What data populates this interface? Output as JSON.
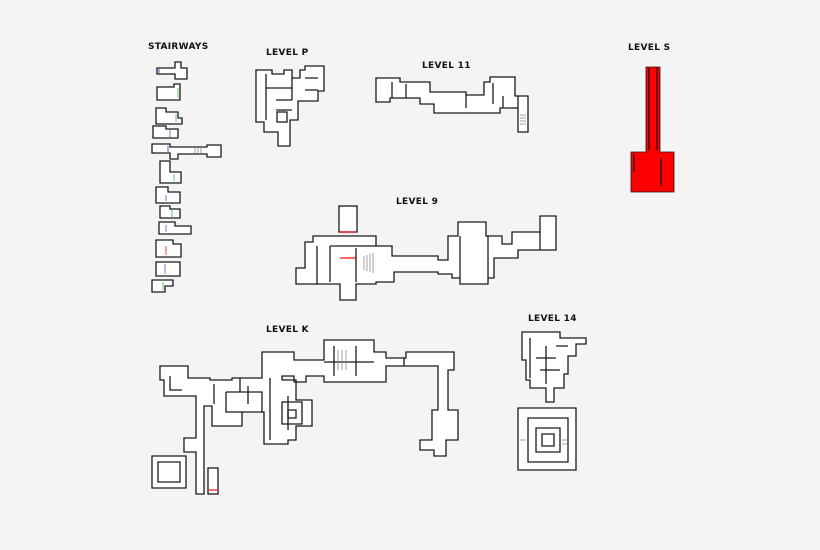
{
  "labels": {
    "stairways": "STAIRWAYS",
    "level_p": "LEVEL P",
    "level_11": "LEVEL 11",
    "level_s": "LEVEL S",
    "level_9": "LEVEL 9",
    "level_k": "LEVEL K",
    "level_14": "LEVEL 14"
  },
  "colors": {
    "background": "#f4f4f4",
    "wall": "#1a1a1a",
    "floor": "#ffffff",
    "highlight": "#ff0000",
    "stair_accent_green": "#3cb44b",
    "stair_accent_purple": "#7b3fbf",
    "stair_accent_red": "#e02020"
  }
}
